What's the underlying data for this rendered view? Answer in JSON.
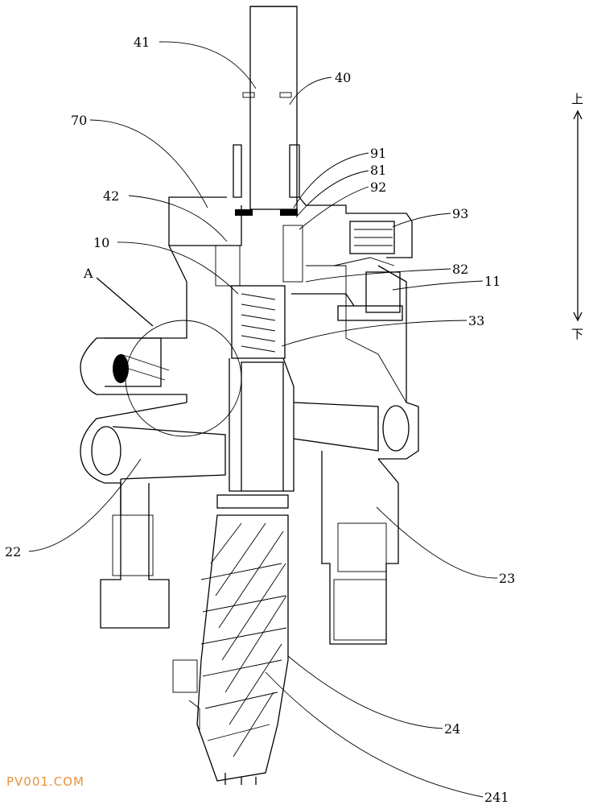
{
  "labels": {
    "l41": "41",
    "l40": "40",
    "l70": "70",
    "l91": "91",
    "l81": "81",
    "l92": "92",
    "l42": "42",
    "l93": "93",
    "l10": "10",
    "lA": "A",
    "l82": "82",
    "l11": "11",
    "l33": "33",
    "l22": "22",
    "l23": "23",
    "l24": "24",
    "l241": "241"
  },
  "direction": {
    "up": "上",
    "down": "下"
  },
  "watermark": "PV001.COM"
}
